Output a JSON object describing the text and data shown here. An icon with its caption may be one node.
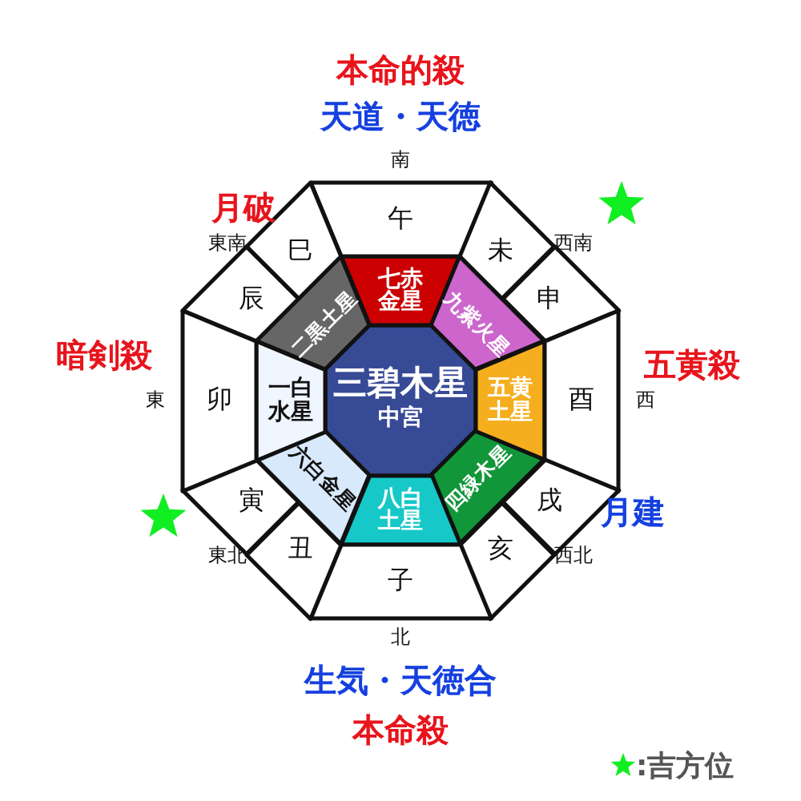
{
  "diagram": {
    "nodes": [
      {
        "text": [
          "三碧木星",
          "中宮"
        ]
      },
      {
        "text": [
          "七赤金星"
        ]
      },
      {
        "text": [
          "九紫火星"
        ]
      },
      {
        "text": [
          "五黄土星"
        ]
      },
      {
        "text": [
          "四緑木星"
        ]
      },
      {
        "text": [
          "八白土星"
        ]
      },
      {
        "text": [
          "六白金星"
        ]
      },
      {
        "text": [
          "一白水星"
        ]
      },
      {
        "text": [
          "二黒土星"
        ]
      },
      {
        "text": [
          "午"
        ]
      },
      {
        "text": [
          "未"
        ]
      },
      {
        "text": [
          "申"
        ]
      },
      {
        "text": [
          "酉"
        ]
      },
      {
        "text": [
          "戌"
        ]
      },
      {
        "text": [
          "亥"
        ]
      },
      {
        "text": [
          "子"
        ]
      },
      {
        "text": [
          "丑"
        ]
      },
      {
        "text": [
          "寅"
        ]
      },
      {
        "text": [
          "卯"
        ]
      },
      {
        "text": [
          "辰"
        ]
      },
      {
        "text": [
          "巳"
        ]
      }
    ],
    "edges": [],
    "labels": [
      "本命的殺",
      "天道・天徳",
      "南",
      "月破",
      "東南",
      "西南",
      "暗剣殺",
      "五黄殺",
      "東",
      "西",
      "月建",
      "東北",
      "西北",
      "北",
      "生気・天徳合",
      "本命殺"
    ],
    "legend": [
      {
        "text": ":吉方位"
      }
    ]
  }
}
